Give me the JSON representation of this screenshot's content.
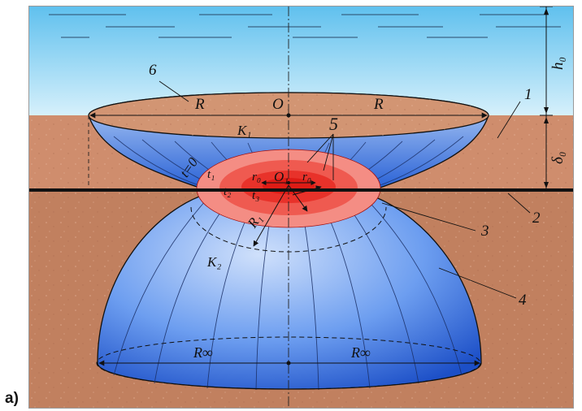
{
  "panel_label": "a)",
  "labels": {
    "h0": "h₀",
    "delta0": "δ₀",
    "num1": "1",
    "num2": "2",
    "num3": "3",
    "num4": "4",
    "num5": "5",
    "num6": "6",
    "R_left": "R",
    "R_right": "R",
    "O": "O",
    "K1": "K₁",
    "K2": "K₂",
    "t0": "t=0",
    "t1": "t₁",
    "t2": "t₂",
    "t3": "t₃",
    "r0_left": "r₀",
    "r0_right": "r₀",
    "O1": "O₁",
    "R1": "R₁",
    "Rinf_left": "R∞",
    "Rinf_right": "R∞"
  },
  "colors": {
    "water_top": "#5fc0ee",
    "water_bottom": "#d6f0fb",
    "soil_upper": "#cf8d6d",
    "soil_lower": "#c1805f",
    "blue_light": "#a9c8f5",
    "blue_dark": "#1f56cf",
    "heat_outer": "#f07d74",
    "heat_inner": "#e8241e",
    "line": "#111111"
  }
}
